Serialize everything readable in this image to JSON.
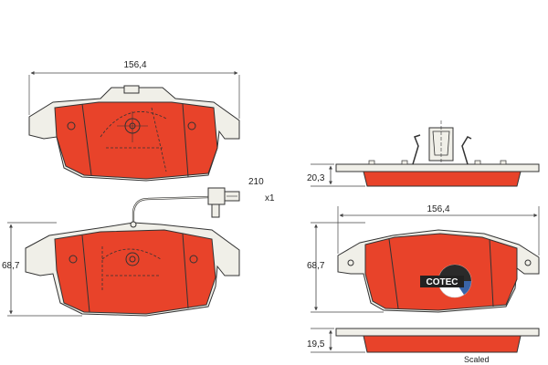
{
  "dimensions": {
    "top_width": "156,4",
    "left_height": "68,7",
    "wire_length": "210",
    "wire_count": "x1",
    "side_thickness_1": "20,3",
    "right_width": "156,4",
    "right_height": "68,7",
    "side_thickness_2": "19,5"
  },
  "logo": {
    "brand": "COTEC"
  },
  "footer": {
    "scaled_label": "Scaled"
  },
  "colors": {
    "pad_fill": "#e8432a",
    "outline": "#333333",
    "backing": "#f0efe8",
    "dim_line": "#444444"
  }
}
